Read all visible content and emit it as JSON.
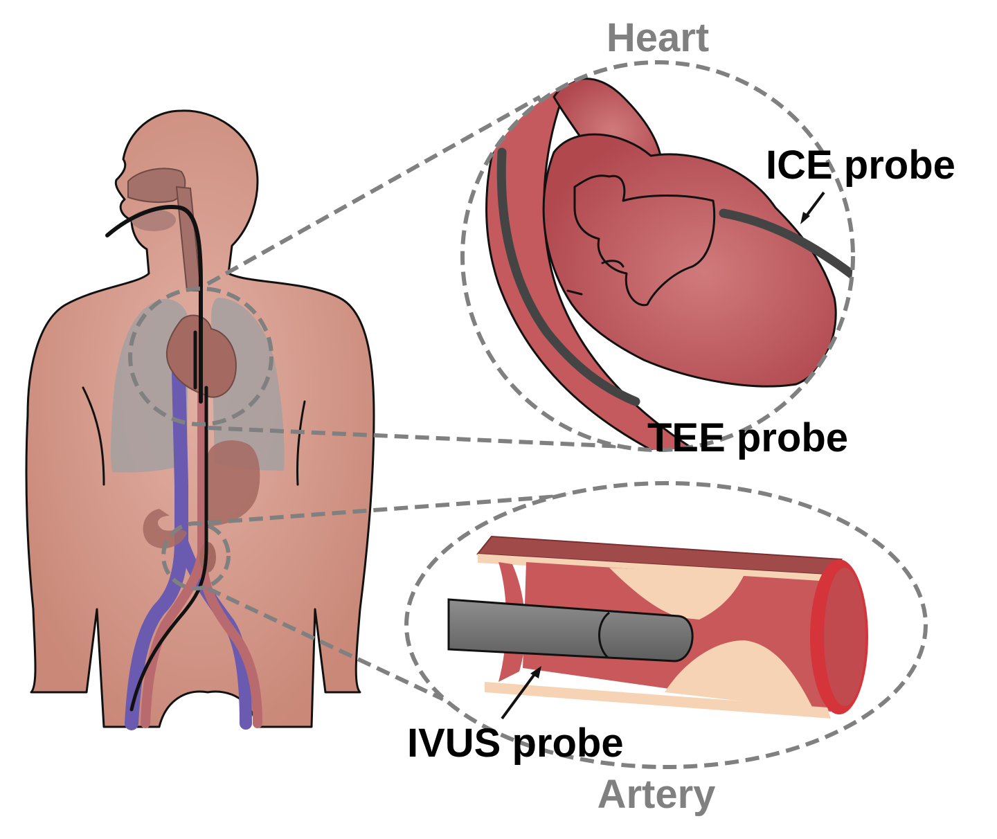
{
  "labels": {
    "heart": "Heart",
    "artery": "Artery",
    "ice_probe": "ICE probe",
    "tee_probe": "TEE probe",
    "ivus_probe": "IVUS probe"
  },
  "colors": {
    "skin": "#D9A092",
    "skin_shadow": "#C98878",
    "lung": "#A4A0A0",
    "organ": "#A46A62",
    "vein": "#6A5BB0",
    "artery": "#B96A6E",
    "heart_red": "#C45A5E",
    "vessel_wall": "#F7D3B5",
    "artery_inner": "#C9585A",
    "probe_gray": "#7A7A7A",
    "dashed_gray": "#808080",
    "label_gray": "#808080",
    "label_black": "#000000"
  }
}
